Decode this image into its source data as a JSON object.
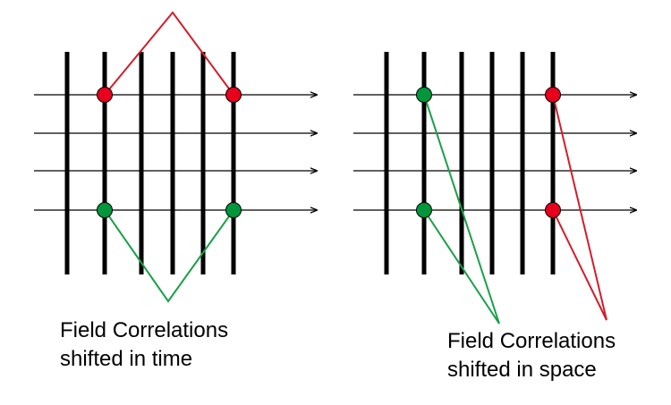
{
  "colors": {
    "background": "#ffffff",
    "wavefront": "#000000",
    "ray": "#000000",
    "time_correlation_points": "#e8001c",
    "time_correlation_lines": "#d21e2b",
    "space_correlation_points": "#00963c",
    "space_correlation_lines": "#18a047"
  },
  "left_panel": {
    "caption_line1": "Field Correlations",
    "caption_line2": "shifted in time"
  },
  "right_panel": {
    "caption_line1": "Field Correlations",
    "caption_line2": "shifted in space"
  }
}
